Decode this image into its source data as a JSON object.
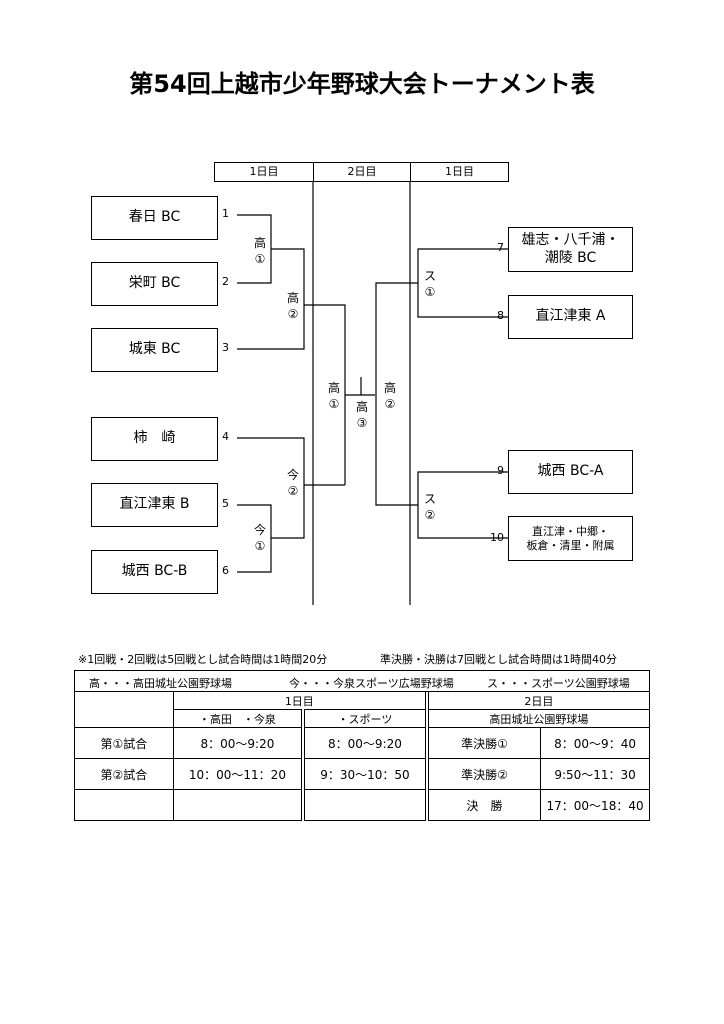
{
  "title": "第54回上越市少年野球大会トーナメント表",
  "day_headers": [
    "1日目",
    "2日目",
    "1日目"
  ],
  "left_teams": [
    {
      "num": "1",
      "name": "春日 BC"
    },
    {
      "num": "2",
      "name": "栄町 BC"
    },
    {
      "num": "3",
      "name": "城東 BC"
    },
    {
      "num": "4",
      "name": "柿　崎"
    },
    {
      "num": "5",
      "name": "直江津東 B"
    },
    {
      "num": "6",
      "name": "城西 BC-B"
    }
  ],
  "right_teams": [
    {
      "num": "7",
      "name": "雄志・八千浦・\n潮陵 BC"
    },
    {
      "num": "8",
      "name": "直江津東 A"
    },
    {
      "num": "9",
      "name": "城西 BC-A"
    },
    {
      "num": "10",
      "name": "直江津・中郷・\n板倉・清里・附属"
    }
  ],
  "game_labels": {
    "taka1": "高\n①",
    "taka2": "高\n②",
    "ima1": "今\n①",
    "ima2": "今\n②",
    "semi_left": "高\n①",
    "final": "高\n③",
    "semi_right": "高\n②",
    "su1": "ス\n①",
    "su2": "ス\n②"
  },
  "notes": {
    "left": "※1回戦・2回戦は5回戦とし試合時間は1時間20分",
    "right": "準決勝・決勝は7回戦とし試合時間は1時間40分"
  },
  "venues": [
    "高・・・高田城址公園野球場",
    "今・・・今泉スポーツ広場野球場",
    "ス・・・スポーツ公園野球場"
  ],
  "schedule": {
    "day1": "1日目",
    "day2": "2日目",
    "sub1": "・高田　・今泉",
    "sub2": "・スポーツ",
    "sub3": "高田城址公園野球場",
    "rows": [
      {
        "label": "第①試合",
        "a": "8：00〜9:20",
        "b": "8：00〜9:20",
        "c": "準決勝①",
        "d": "8：00〜9：40"
      },
      {
        "label": "第②試合",
        "a": "10：00〜11：20",
        "b": "9：30〜10：50",
        "c": "準決勝②",
        "d": "9:50〜11：30"
      },
      {
        "label": "",
        "a": "",
        "b": "",
        "c": "決　勝",
        "d": "17：00〜18：40"
      }
    ]
  }
}
